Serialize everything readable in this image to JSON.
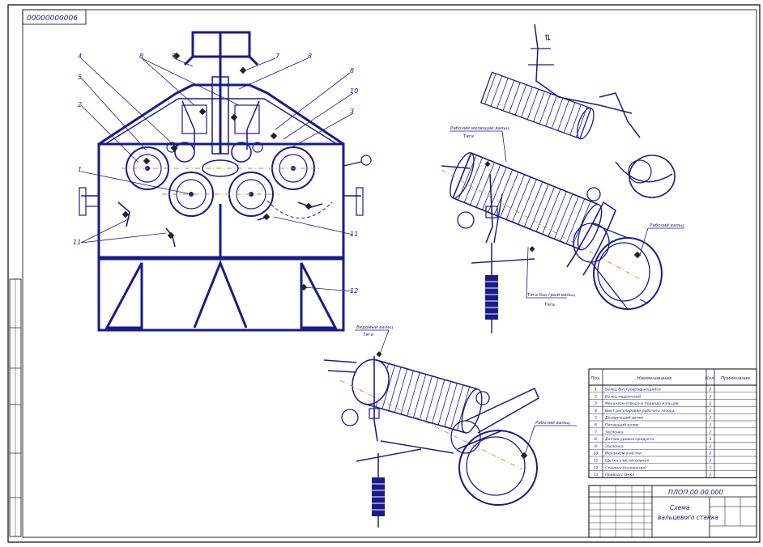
{
  "sheet": {
    "stamp_top_left": "00000000006",
    "title_block": {
      "designation": "ПЛОП.00.00.000",
      "title_line1": "Схема",
      "title_line2": "вальцевого станка"
    }
  },
  "front_view": {
    "callouts": [
      "4",
      "5",
      "2",
      "8",
      "9",
      "7",
      "8",
      "8",
      "10",
      "3",
      "1",
      "11",
      "11",
      "12"
    ]
  },
  "iso_upper": {
    "labels": [
      "Рабочий мелющий вальц",
      "Тяга",
      "Тяга быстрый вальц",
      "Тяга",
      "Рабочий вальц"
    ]
  },
  "iso_lower": {
    "labels": [
      "Ведомый вальц",
      "Тяга",
      "Рабочий вальц"
    ]
  },
  "spec_table": {
    "headers": [
      "Поз.",
      "Наименование",
      "Кол.",
      "Примечание"
    ],
    "rows": [
      [
        "1",
        "Валец быстровращающийся",
        "2",
        ""
      ],
      [
        "2",
        "Валец медленный",
        "2",
        ""
      ],
      [
        "3",
        "Механизм отвода и подвода вальцов",
        "2",
        ""
      ],
      [
        "4",
        "Винт регулировки рабочего зазора",
        "2",
        ""
      ],
      [
        "5",
        "Дозирующий валик",
        "2",
        ""
      ],
      [
        "6",
        "Питающий валик",
        "2",
        ""
      ],
      [
        "7",
        "Заслонка",
        "2",
        ""
      ],
      [
        "8",
        "Датчик уровня продукта",
        "2",
        ""
      ],
      [
        "9",
        "Заслонка",
        "2",
        ""
      ],
      [
        "10",
        "Механизм очистки",
        "2",
        ""
      ],
      [
        "11",
        "Щетка очистительная",
        "2",
        ""
      ],
      [
        "12",
        "Станина (основание)",
        "1",
        ""
      ],
      [
        "13",
        "Привод станка",
        "1",
        ""
      ]
    ]
  },
  "colors": {
    "ink": "#1a1a8c",
    "axis": "#d08a2a",
    "paper": "#ffffff"
  }
}
